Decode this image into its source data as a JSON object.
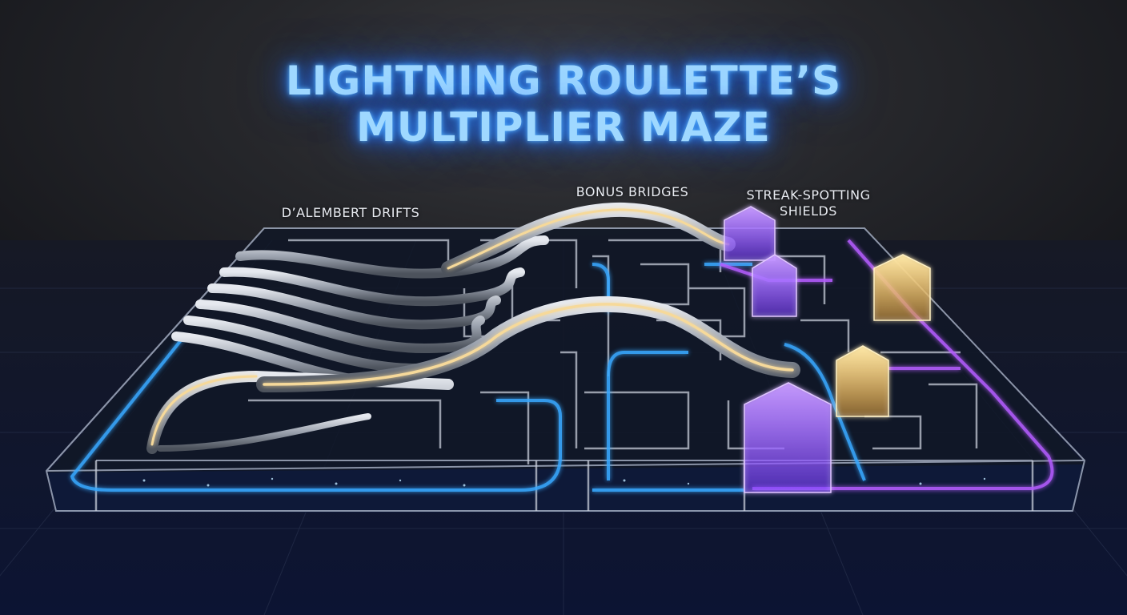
{
  "title": {
    "line1": "LIGHTNING ROULETTE’S",
    "line2": "MULTIPLIER MAZE"
  },
  "labels": {
    "drifts": "D’ALEMBERT DRIFTS",
    "bridges": "BONUS BRIDGES",
    "shields_line1": "STREAK-SPOTTING",
    "shields_line2": "SHIELDS"
  },
  "colors": {
    "title_glow": "#2f8cff",
    "blue_path": "#38a8ff",
    "purple_path": "#b45cff",
    "gold_path": "#f5c56a",
    "glass_wall": "#aab4c8"
  }
}
